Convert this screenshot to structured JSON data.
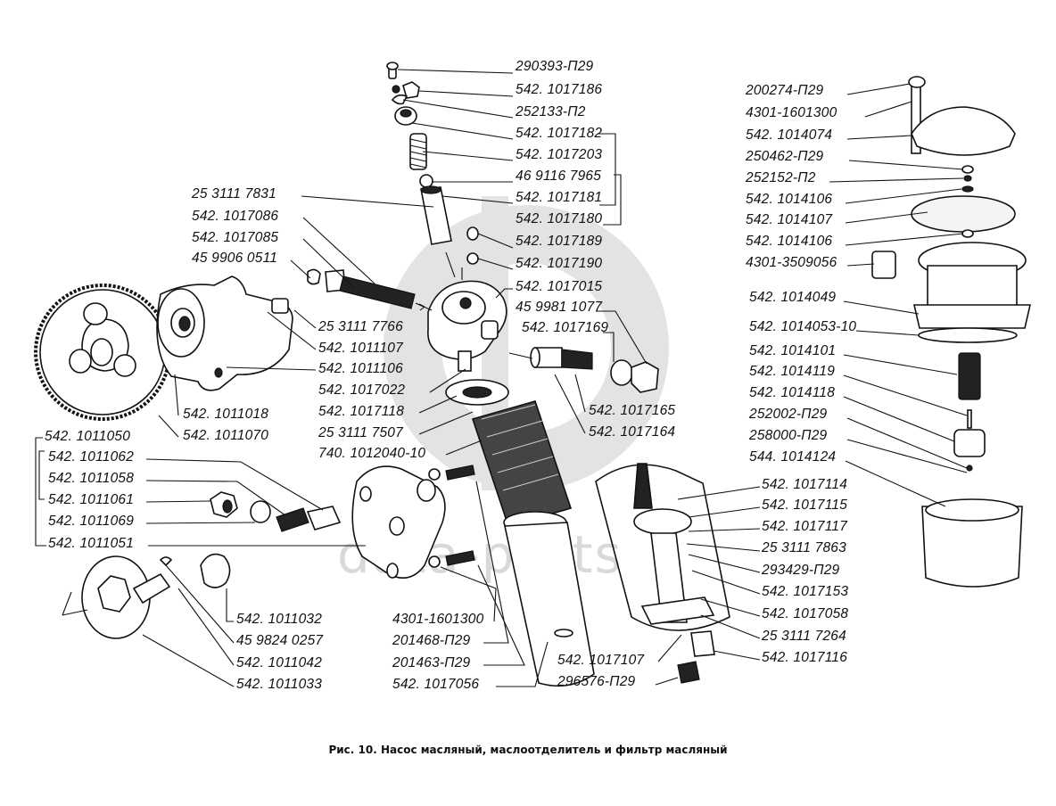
{
  "caption": "Рис. 10. Насос масляный, маслоотделитель и фильтр масляный",
  "watermark": {
    "text": "data-parts",
    "color": "#d9d9d9"
  },
  "labels": {
    "top_column": [
      "290393-П29",
      "542. 1017186",
      "252133-П2",
      "542. 1017182",
      "542. 1017203",
      "46 9116 7965",
      "542. 1017181",
      "542. 1017180",
      "542. 1017189",
      "542. 1017190",
      "542. 1017015",
      "45 9981 1077",
      "542. 1017169"
    ],
    "left_upper": [
      "25 3111 7831",
      "542. 1017086",
      "542. 1017085",
      "45 9906 0511"
    ],
    "pump_body": [
      "25 3111 7766",
      "542. 1011107",
      "542. 1011106",
      "542. 1011018",
      "542. 1011070"
    ],
    "filter_mid": [
      "542. 1017022",
      "542. 1017118",
      "25 3111 7507",
      "740. 1012040-10",
      "542. 1017165",
      "542. 1017164"
    ],
    "right_column": [
      "200274-П29",
      "4301-1601300",
      "542. 1014074",
      "250462-П29",
      "252152-П2",
      "542. 1014106",
      "542. 1014107",
      "542. 1014106",
      "4301-3509056",
      "542. 1014049",
      "542. 1014053-10",
      "542. 1014101",
      "542. 1014119",
      "542. 1014118",
      "252002-П29",
      "258000-П29",
      "544. 1014124"
    ],
    "left_lower": [
      "542. 1011050",
      "542. 1011062",
      "542. 1011058",
      "542. 1011061",
      "542. 1011069",
      "542. 1011051"
    ],
    "rotor": [
      "542. 1011032",
      "45 9824 0257",
      "542. 1011042",
      "542. 1011033"
    ],
    "bottom_mid": [
      "4301-1601300",
      "201468-П29",
      "201463-П29",
      "542. 1017056"
    ],
    "separator": [
      "542. 1017114",
      "542. 1017115",
      "542. 1017117",
      "25 3111 7863",
      "293429-П29",
      "542. 1017153",
      "542. 1017058",
      "25 3111 7264",
      "542. 1017116",
      "542. 1017107",
      "296576-П29"
    ]
  }
}
